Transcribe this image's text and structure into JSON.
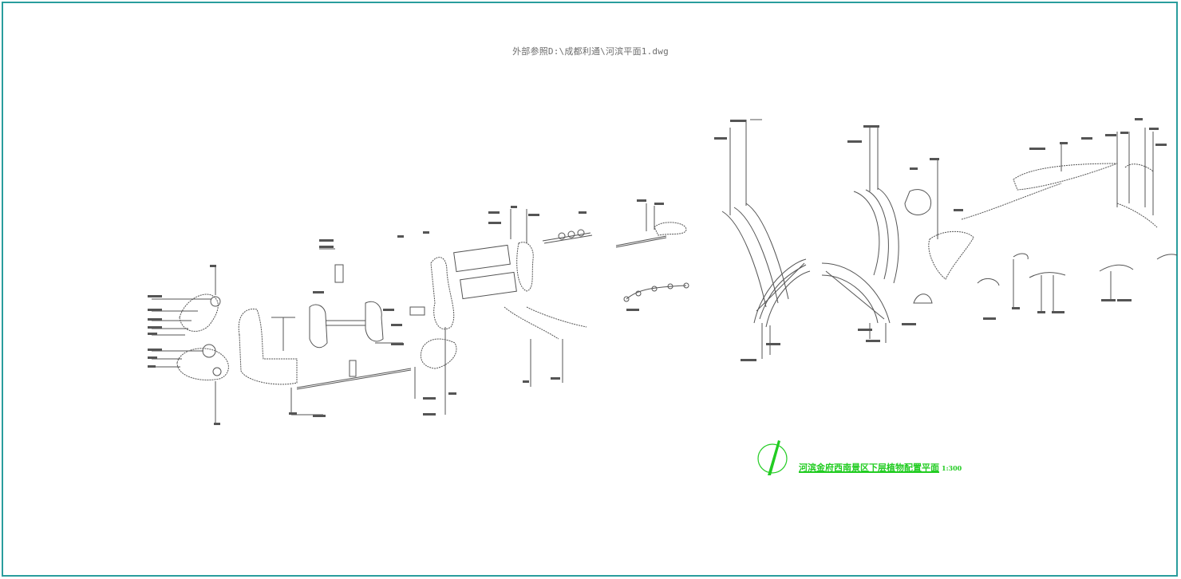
{
  "xref_text": "外部参照D:\\成都利通\\河滨平面1.dwg",
  "drawing_title": {
    "main": "河滨金府西南景区下层植物配置平面",
    "scale": "1:300"
  },
  "colors": {
    "frame": "#2a9d9d",
    "linework": "#555555",
    "title": "#22cc22"
  },
  "icons": [
    "north-arrow-icon"
  ]
}
